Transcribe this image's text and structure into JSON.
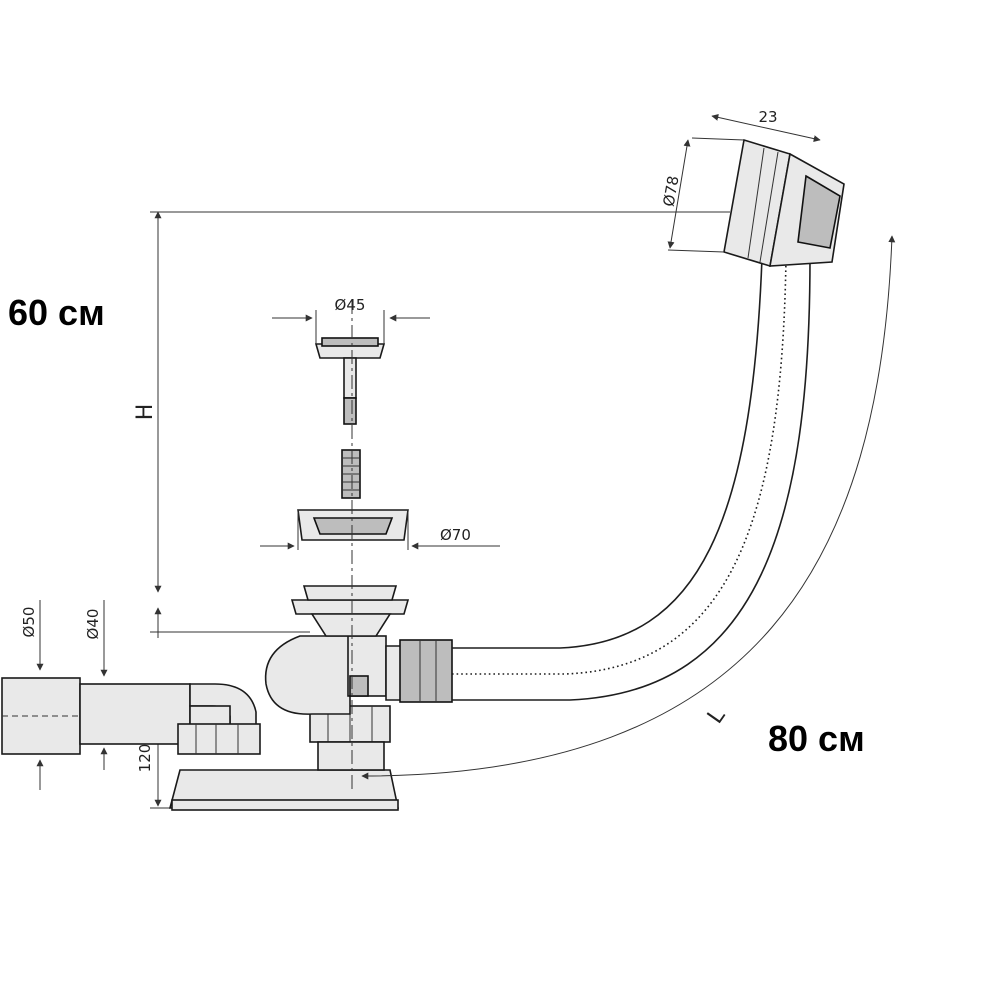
{
  "labels": {
    "height_value": "60 см",
    "length_value": "80 см"
  },
  "dimensions": {
    "height_symbol": "H",
    "length_symbol": "L",
    "overflow_diameter": "Ø78",
    "overflow_width": "23",
    "plug_diameter": "Ø45",
    "drain_diameter": "Ø70",
    "outlet_outer_diameter": "Ø50",
    "outlet_inner_diameter": "Ø40",
    "trap_height": "120"
  },
  "colors": {
    "line": "#1a1a1a",
    "fill": "#e9e9e9",
    "shade": "#bdbdbd"
  }
}
